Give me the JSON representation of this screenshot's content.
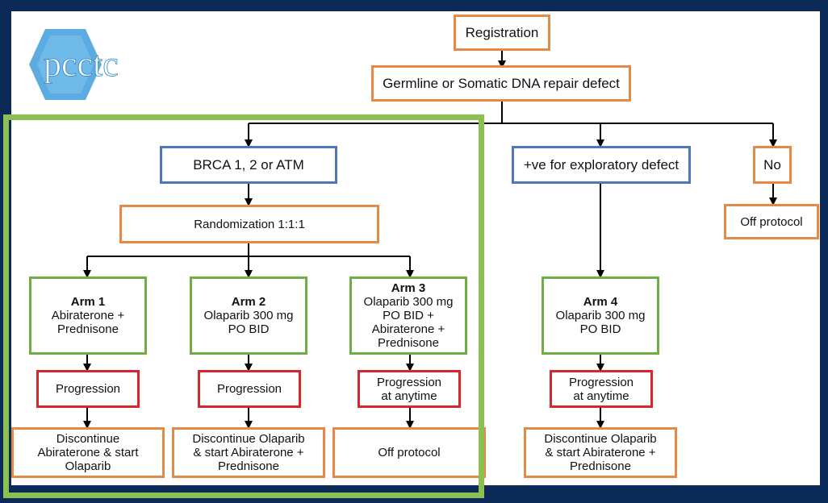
{
  "logo": {
    "text": "pcctc"
  },
  "nodes": {
    "registration": "Registration",
    "dna_defect": "Germline or Somatic DNA repair defect",
    "brca": "BRCA 1, 2 or ATM",
    "exploratory": "+ve for exploratory defect",
    "no": "No",
    "off_protocol_no": "Off protocol",
    "randomization": "Randomization 1:1:1",
    "arm1": {
      "title": "Arm 1",
      "desc": "Abiraterone +\nPrednisone"
    },
    "arm2": {
      "title": "Arm 2",
      "desc": "Olaparib 300 mg\nPO BID"
    },
    "arm3": {
      "title": "Arm 3",
      "desc": "Olaparib 300 mg\nPO BID +\nAbiraterone +\nPrednisone"
    },
    "arm4": {
      "title": "Arm 4",
      "desc": "Olaparib 300 mg\nPO BID"
    },
    "prog1": "Progression",
    "prog2": "Progression",
    "prog3": "Progression\nat anytime",
    "prog4": "Progression\nat anytime",
    "out1": "Discontinue\nAbiraterone & start\nOlaparib",
    "out2": "Discontinue Olaparib\n& start Abiraterone +\nPrednisone",
    "out3": "Off protocol",
    "out4": "Discontinue Olaparib\n& start Abiraterone +\nPrednisone"
  },
  "colors": {
    "background": "#0b2a57",
    "procedure_border": "#e48a47",
    "criteria_border": "#4f76b8",
    "arm_border": "#6fae45",
    "progression_border": "#d9252c",
    "highlight_border": "#8cc152",
    "logo_blue": "#4aa3df"
  }
}
